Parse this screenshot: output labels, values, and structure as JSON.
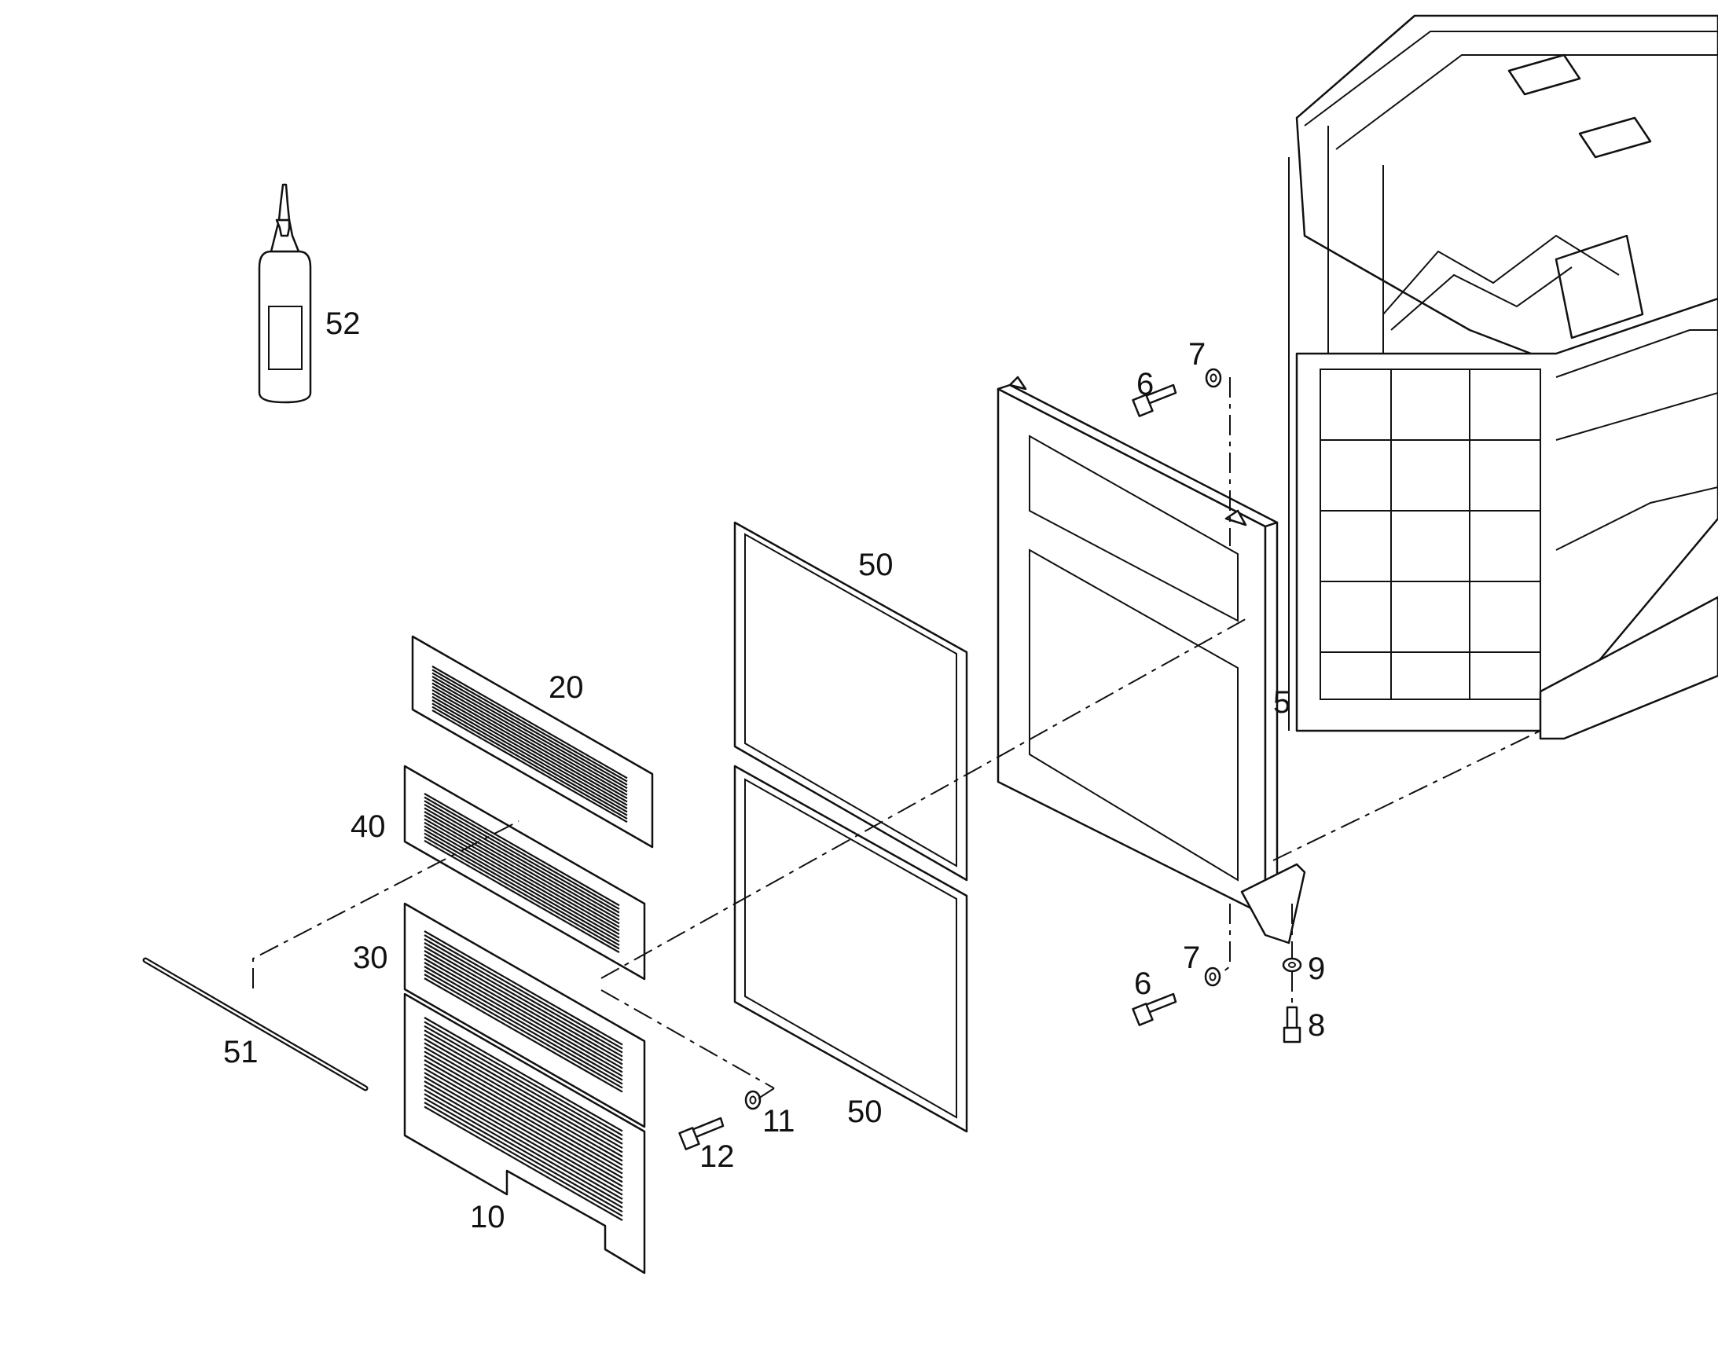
{
  "diagram": {
    "callouts": {
      "c5": "5",
      "c6a": "6",
      "c7a": "7",
      "c6b": "6",
      "c7b": "7",
      "c8": "8",
      "c9": "9",
      "c10": "10",
      "c11": "11",
      "c12": "12",
      "c20": "20",
      "c30": "30",
      "c40": "40",
      "c50a": "50",
      "c50b": "50",
      "c51": "51",
      "c52": "52"
    },
    "colors": {
      "line": "#111111",
      "background": "#ffffff"
    }
  }
}
